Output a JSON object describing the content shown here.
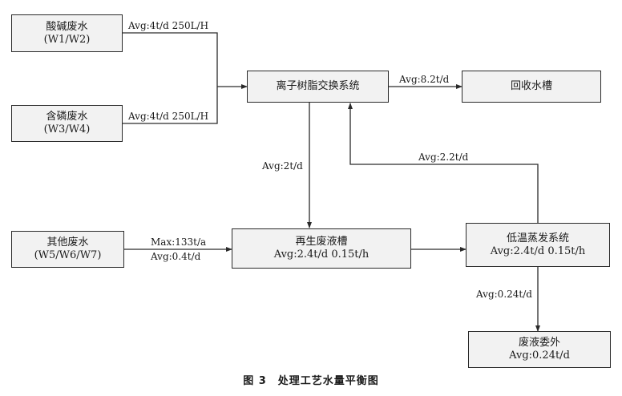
{
  "boxes": {
    "acid_alkali": {
      "title": "酸碱废水",
      "sub": "(W1/W2)"
    },
    "phosphorus": {
      "title": "含磷废水",
      "sub": "(W3/W4)"
    },
    "other": {
      "title": "其他废水",
      "sub": "(W5/W6/W7)"
    },
    "ion_exchange": {
      "title": "离子树脂交换系统"
    },
    "recovery_tank": {
      "title": "回收水槽"
    },
    "regen_tank": {
      "title": "再生废液槽",
      "sub": "Avg:2.4t/d 0.15t/h"
    },
    "evaporation": {
      "title": "低温蒸发系统",
      "sub": "Avg:2.4t/d 0.15t/h"
    },
    "outsource": {
      "title": "废液委外",
      "sub": "Avg:0.24t/d"
    }
  },
  "flows": {
    "acid_to_ion": "Avg:4t/d 250L/H",
    "phos_to_ion": "Avg:4t/d 250L/H",
    "ion_to_recovery": "Avg:8.2t/d",
    "ion_to_regen": "Avg:2t/d",
    "evap_to_ion": "Avg:2.2t/d",
    "other_max": "Max:133t/a",
    "other_avg": "Avg:0.4t/d",
    "evap_to_outsource": "Avg:0.24t/d"
  },
  "caption": "图 3　处理工艺水量平衡图"
}
